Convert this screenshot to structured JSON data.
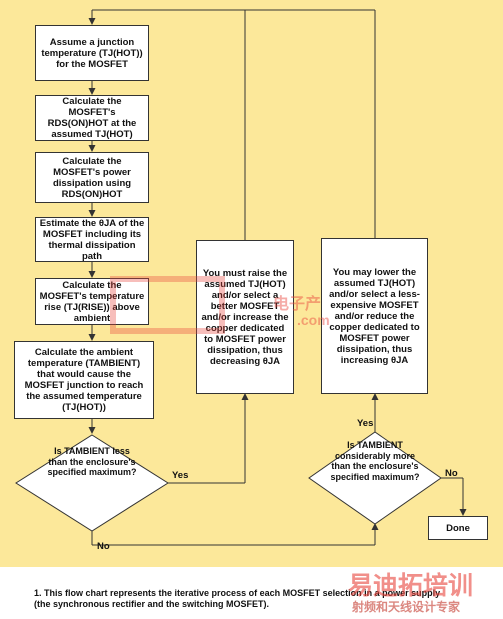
{
  "steps": {
    "assume": "Assume a junction temperature (TJ(HOT)) for the MOSFET",
    "calc_rds": "Calculate the MOSFET's RDS(ON)HOT at the assumed TJ(HOT)",
    "calc_power": "Calculate the MOSFET's power dissipation using RDS(ON)HOT",
    "estimate_theta": "Estimate the θJA of the MOSFET including its thermal dissipation path",
    "calc_rise": "Calculate the MOSFET's temperature rise (TJ(RISE)) above ambient",
    "calc_ambient": "Calculate the ambient temperature (TAMBIENT) that would cause the MOSFET junction to reach the assumed temperature (TJ(HOT))",
    "must_raise": "You must raise the assumed TJ(HOT) and/or select a better MOSFET and/or increase the copper dedicated to MOSFET power dissipation, thus decreasing θJA",
    "may_lower": "You may lower the assumed TJ(HOT) and/or select a less-expensive MOSFET and/or reduce the copper dedicated to MOSFET power dissipation, thus increasing θJA",
    "done": "Done"
  },
  "decisions": {
    "less_than": "Is TAMBIENT less than the enclosure's specified maximum?",
    "more_than": "Is TAMBIENT considerably more than the enclosure's specified maximum?"
  },
  "labels": {
    "yes": "Yes",
    "no": "No"
  },
  "caption": "1. This flow chart represents the iterative process of each MOSFET selection in a power supply (the synchronous rectifier and the switching MOSFET).",
  "watermark": {
    "top_cn": "电子产",
    "top_com": ".com",
    "bottom_cn": "易迪拓培训",
    "bottom_sub": "射频和天线设计专家"
  },
  "colors": {
    "background": "#fce89a",
    "box": "#ffffff",
    "line": "#333333",
    "watermark": "#e8453c"
  }
}
